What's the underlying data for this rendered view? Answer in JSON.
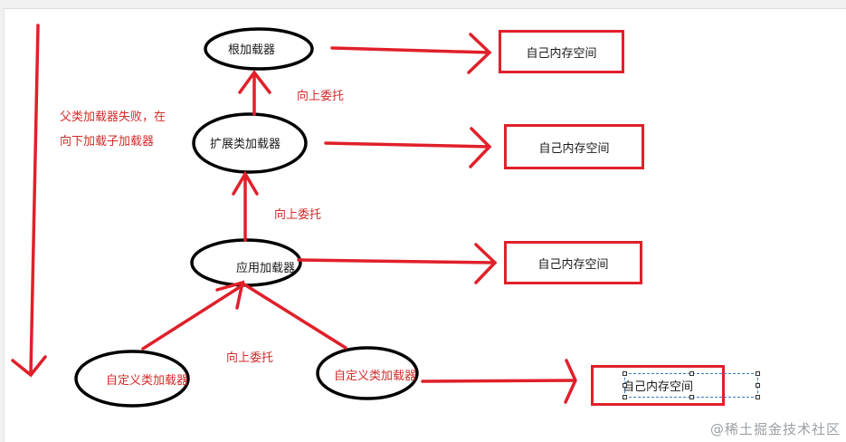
{
  "nodes": {
    "root": "根加载器",
    "ext": "扩展类加载器",
    "app": "应用加载器",
    "custom_left": "自定义类加载器",
    "custom_right": "自定义类加载器"
  },
  "edges": {
    "delegate_up_1": "向上委托",
    "delegate_up_2": "向上委托",
    "delegate_up_3": "向上委托"
  },
  "side_note": {
    "line1": "父类加载器失败，在",
    "line2": "向下加载子加载器"
  },
  "memory_boxes": [
    "自己内存空间",
    "自己内存空间",
    "自己内存空间",
    "自己内存空间"
  ],
  "watermark": "@稀土掘金技术社区",
  "colors": {
    "arrow": "#e0202a",
    "ellipse": "#000000",
    "label_red": "#d42a2a"
  }
}
